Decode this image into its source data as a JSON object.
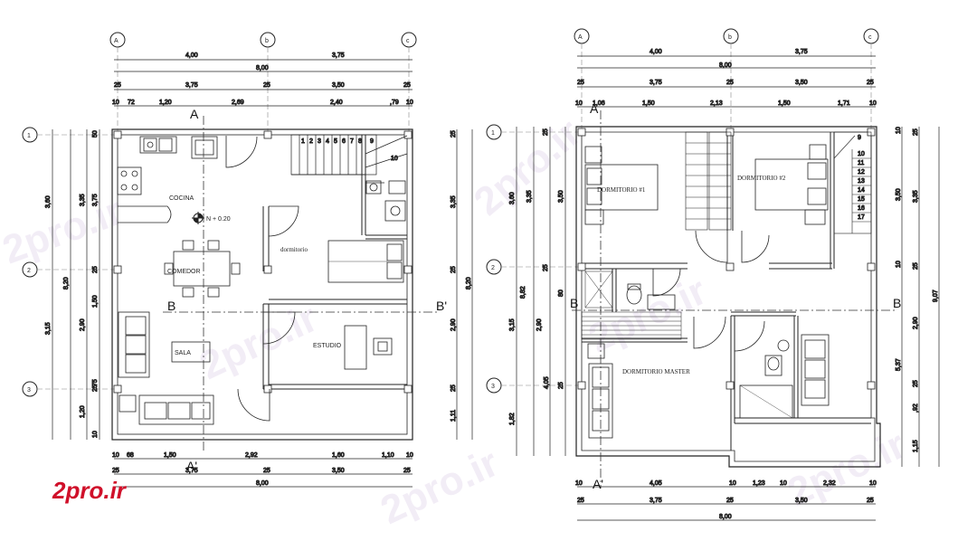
{
  "watermark": "2pro.ir",
  "logo": "2pro.ir",
  "grid_columns": [
    "A",
    "b",
    "c"
  ],
  "grid_rows": [
    "1",
    "2",
    "3"
  ],
  "sections": {
    "a": "A",
    "a_prime": "A'",
    "b": "B",
    "b_prime": "B'"
  },
  "left_plan": {
    "top_dims": {
      "row1": [
        "4,00",
        "3,75"
      ],
      "row2": [
        "8,00"
      ],
      "row3": [
        "25",
        "3,75",
        "25",
        "3,50",
        "25"
      ],
      "row4": [
        "10",
        "72",
        "1,20",
        "2,69",
        "2,40",
        ",79",
        "10"
      ]
    },
    "bottom_dims": {
      "row1": [
        "10",
        "68",
        "1,50",
        "2,92",
        "1,60",
        "1,10",
        "10"
      ],
      "row2": [
        "25",
        "3,75",
        "25",
        "3,50",
        "25"
      ],
      "row3": [
        "8,00"
      ]
    },
    "left_dims": {
      "outer": [
        "3,60",
        "8,20",
        "3,15"
      ],
      "middle": [
        "3,35",
        "2,90",
        "1,20"
      ],
      "inner": [
        "50",
        "3,75",
        "25",
        "1,50",
        "25",
        "75",
        "10"
      ]
    },
    "right_dims": [
      "25",
      "3,35",
      "25",
      "8,20",
      "2,90",
      "25",
      "1,11"
    ],
    "rooms": [
      "COCINA",
      "COMEDOR",
      "SALA",
      "dormitorio",
      "ESTUDIO"
    ],
    "level": "N + 0.20",
    "stair_steps": [
      "1",
      "2",
      "3",
      "4",
      "5",
      "6",
      "7",
      "8",
      "9",
      "10"
    ]
  },
  "right_plan": {
    "top_dims": {
      "row1": [
        "4,00",
        "3,75"
      ],
      "row2": [
        "8,00"
      ],
      "row3": [
        "25",
        "3,75",
        "25",
        "3,50",
        "25"
      ],
      "row4": [
        "10",
        "1,06",
        "1,50",
        "2,13",
        "1,50",
        "1,71",
        "10"
      ]
    },
    "bottom_dims": {
      "row1": [
        "10",
        "4,05",
        "10",
        "1,23",
        "10",
        "2,32",
        "10"
      ],
      "row2": [
        "25",
        "3,75",
        "25",
        "3,50",
        "25"
      ],
      "row3": [
        "8,00"
      ]
    },
    "left_dims": {
      "outer": [
        "3,60",
        "3,15",
        "1,82"
      ],
      "middle": [
        "3,35",
        "8,82",
        "2,90",
        "4,05"
      ],
      "inner": [
        "25",
        "3,50",
        "25",
        "80",
        "25"
      ]
    },
    "right_dims": [
      "10",
      "25",
      "3,50",
      "3,35",
      "10",
      "25",
      "9,07",
      "2,90",
      "5,37",
      "25",
      ",92",
      "1,15"
    ],
    "rooms": [
      "DORMITORIO #1",
      "DORMITORIO #2",
      "DORMITORIO MASTER"
    ],
    "stair_steps": [
      "9",
      "10",
      "11",
      "12",
      "13",
      "14",
      "15",
      "16",
      "17"
    ]
  }
}
